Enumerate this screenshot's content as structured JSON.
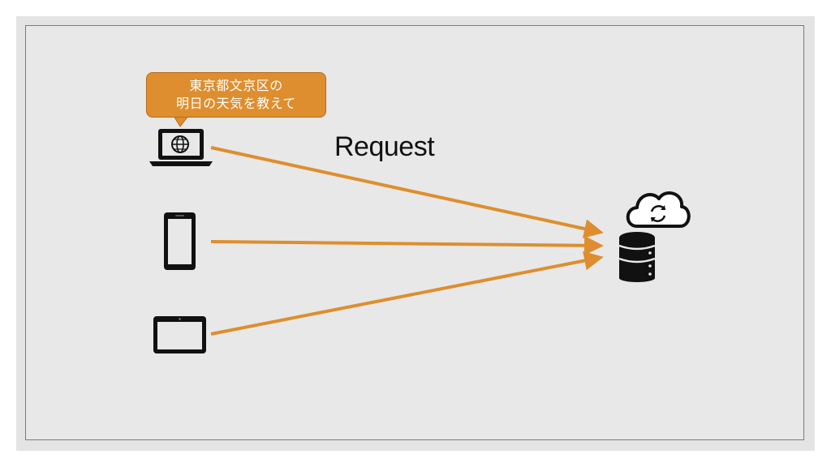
{
  "slide": {
    "frame_color": "#e4e4e4",
    "accent_color": "#de8e2e"
  },
  "speech_bubble": {
    "lines": [
      "東京都文京区の",
      "明日の天気を教えて"
    ]
  },
  "request_label": "Request",
  "devices": [
    {
      "icon": "laptop-globe-icon"
    },
    {
      "icon": "smartphone-icon"
    },
    {
      "icon": "tablet-icon"
    }
  ],
  "server": {
    "icons": [
      "cloud-sync-icon",
      "database-icon"
    ]
  }
}
